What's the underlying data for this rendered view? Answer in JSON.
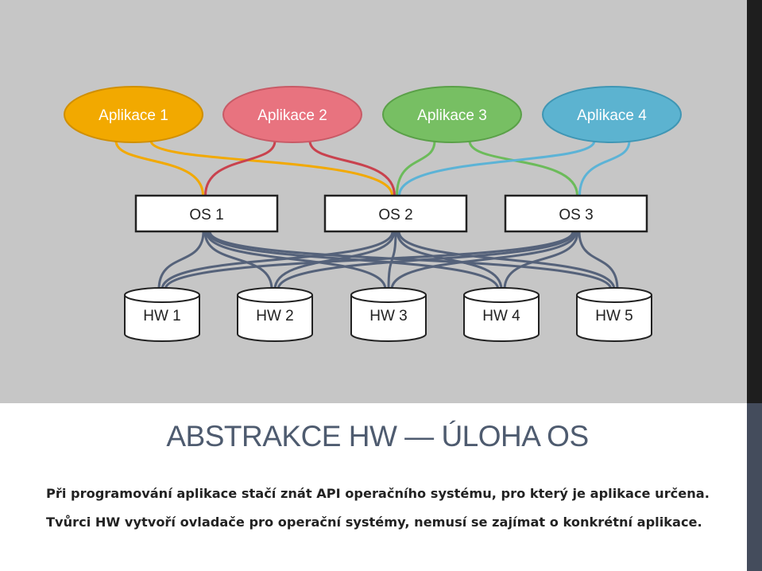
{
  "diagram": {
    "apps": [
      {
        "label": "Aplikace 1",
        "fill": "#f2a900",
        "stroke": "#d08f00",
        "color": "#f2a900"
      },
      {
        "label": "Aplikace 2",
        "fill": "#e8737f",
        "stroke": "#c85a66",
        "color": "#c9424e"
      },
      {
        "label": "Aplikace 3",
        "fill": "#77bf63",
        "stroke": "#5aa048",
        "color": "#6cbb5a"
      },
      {
        "label": "Aplikace 4",
        "fill": "#5cb3d0",
        "stroke": "#3f96b4",
        "color": "#5cb3d6"
      }
    ],
    "os": [
      {
        "label": "OS 1"
      },
      {
        "label": "OS 2"
      },
      {
        "label": "OS 3"
      }
    ],
    "hw": [
      {
        "label": "HW 1"
      },
      {
        "label": "HW 2"
      },
      {
        "label": "HW 3"
      },
      {
        "label": "HW 4"
      },
      {
        "label": "HW 5"
      }
    ],
    "os_hw_connector_color": "#55627a"
  },
  "title": "ABSTRAKCE HW — ÚLOHA OS",
  "paragraphs": [
    "Při programování aplikace stačí znát API operačního systému, pro který je aplikace určena.",
    "Tvůrci HW vytvoří ovladače pro operační systémy, nemusí se zajímat o konkrétní aplikace."
  ]
}
